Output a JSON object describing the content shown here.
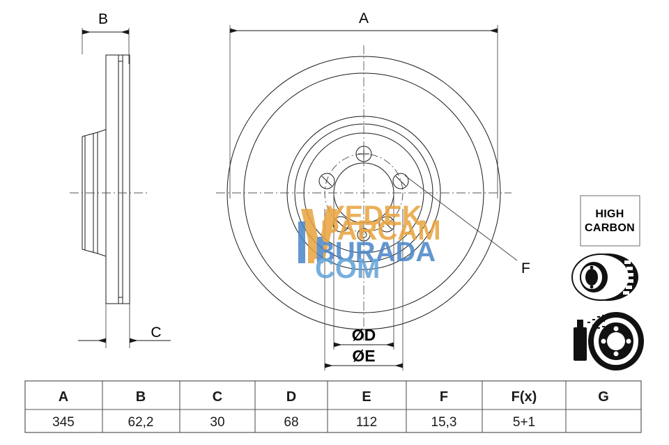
{
  "drawing": {
    "title": "Brake Disc Technical Drawing",
    "side_view": {
      "dimension_b_label": "B",
      "dimension_c_label": "C"
    },
    "front_view": {
      "dimension_a_label": "A",
      "dimension_d_label": "ØD",
      "dimension_e_label": "ØE",
      "callout_f_label": "F"
    }
  },
  "badge": {
    "line1": "HIGH",
    "line2": "CARBON"
  },
  "icons": {
    "vented_disc": "vented-brake-disc-icon",
    "coated_disc": "spray-coated-brake-disc-icon"
  },
  "watermark": {
    "line1": "YEDEK",
    "line2": "PARCAM",
    "line3": "BURADA",
    "line4": "COM",
    "color_orange": "#E8A33D",
    "color_blue": "#4A86C8"
  },
  "table": {
    "headers": [
      "A",
      "B",
      "C",
      "D",
      "E",
      "F",
      "F(x)",
      "G"
    ],
    "values": [
      "345",
      "62,2",
      "30",
      "68",
      "112",
      "15,3",
      "5+1",
      ""
    ]
  },
  "chart_data": {
    "type": "table",
    "title": "Brake Disc Dimensions",
    "categories": [
      "A",
      "B",
      "C",
      "D",
      "E",
      "F",
      "F(x)",
      "G"
    ],
    "values": [
      "345",
      "62,2",
      "30",
      "68",
      "112",
      "15,3",
      "5+1",
      ""
    ]
  }
}
